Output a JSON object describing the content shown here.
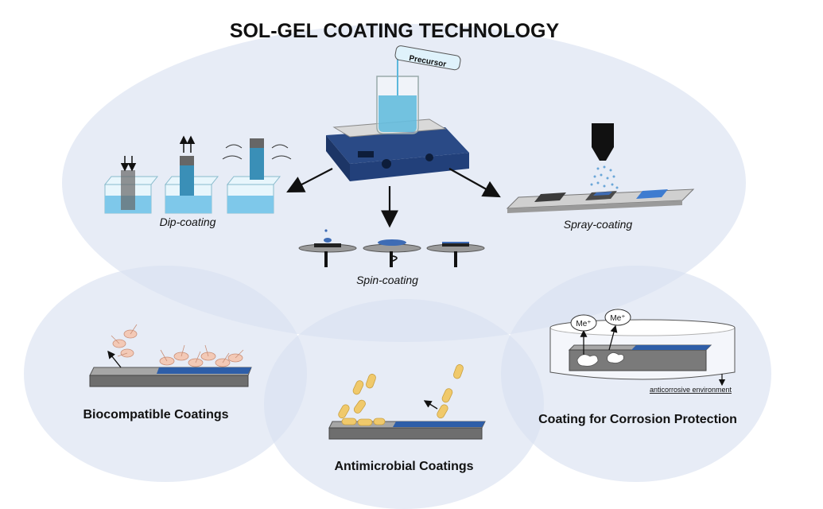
{
  "title": "SOL-GEL COATING TECHNOLOGY",
  "precursor_label": "Precursor",
  "methods": {
    "dip": "Dip-coating",
    "spin": "Spin-coating",
    "spray": "Spray-coating"
  },
  "applications": {
    "biocompatible": "Biocompatible Coatings",
    "antimicrobial": "Antimicrobial Coatings",
    "corrosion": "Coating for Corrosion Protection"
  },
  "corrosion": {
    "ion_1": "Me⁺",
    "ion_2": "Me⁺",
    "environment_label": "anticorrosive environment"
  },
  "colors": {
    "bubble": "#dfe6f3",
    "overlap": "#c9d4ea",
    "liquid": "#7ec8ea",
    "coating": "#2e5ea8",
    "substrate": "#7d7d7d",
    "bacteria": "#f0c96b"
  }
}
